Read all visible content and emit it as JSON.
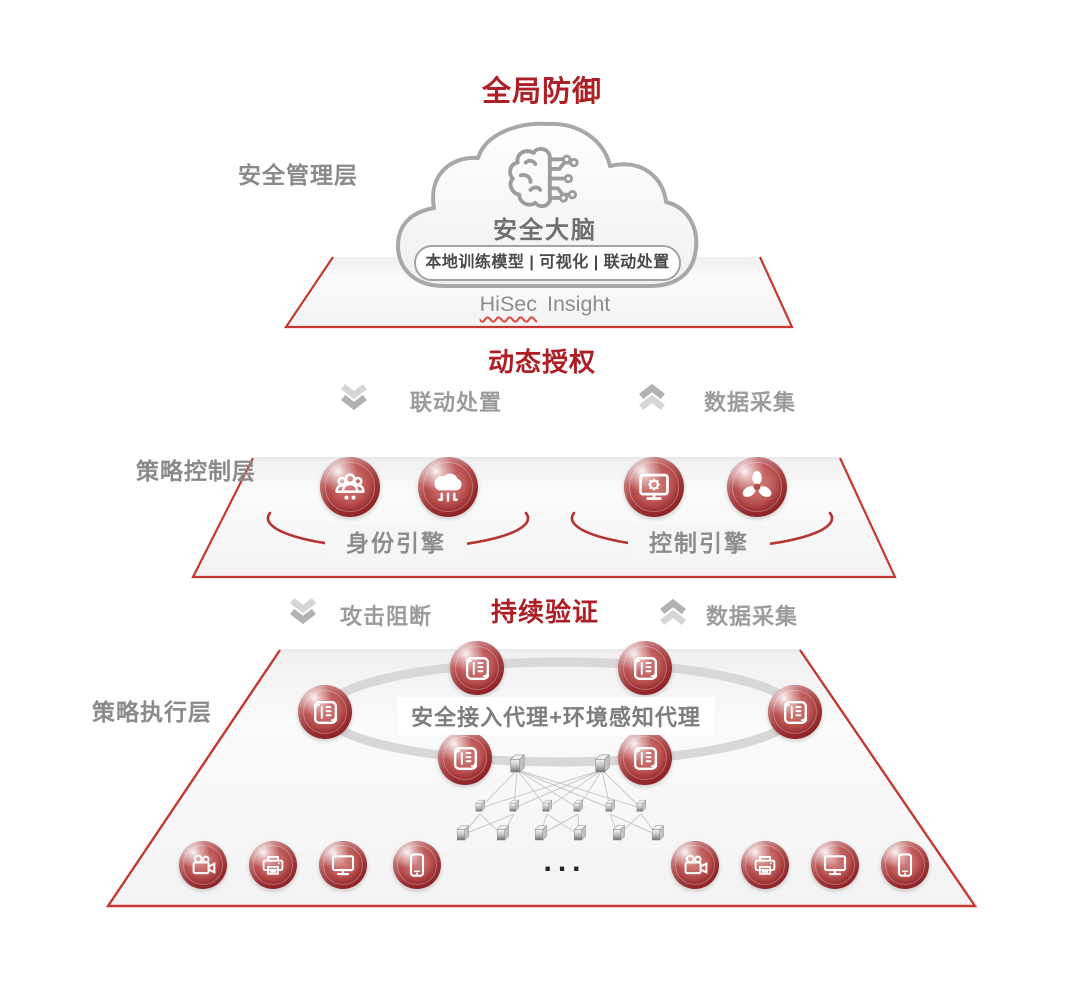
{
  "colors": {
    "accent_red": "#ad1f24",
    "trapezoid_border_red": "#c43a32",
    "sphere_red": "#a83538",
    "gray_text": "#8a8a8a"
  },
  "management_layer": {
    "top_title": "全局防御",
    "label": "安全管理层",
    "cloud": {
      "brain_icon": "ai-brain-icon",
      "title": "安全大脑",
      "features": "本地训练模型 | 可视化 | 联动处置",
      "product_first_word": "HiSec",
      "product_rest": "Insight"
    }
  },
  "authorization_row": {
    "title": "动态授权",
    "down_icon": "double-chevron-down-icon",
    "down_label": "联动处置",
    "up_icon": "double-chevron-up-icon",
    "up_label": "数据采集"
  },
  "control_layer": {
    "label": "策略控制层",
    "engines": [
      {
        "label": "身份引擎",
        "icons": [
          "user-group-icon",
          "cloud-network-icon"
        ]
      },
      {
        "label": "控制引擎",
        "icons": [
          "monitor-gear-icon",
          "fan-icon"
        ]
      }
    ]
  },
  "verification_row": {
    "down_icon": "double-chevron-down-icon",
    "down_label": "攻击阻断",
    "title": "持续验证",
    "up_icon": "double-chevron-up-icon",
    "up_label": "数据采集"
  },
  "execution_layer": {
    "label": "策略执行层",
    "agents_label": "安全接入代理+环境感知代理",
    "agent_icon": "policy-agent-icon",
    "ellipsis": "...",
    "device_icons": [
      "video-camera-icon",
      "printer-icon",
      "monitor-icon",
      "smartphone-icon",
      "video-camera-icon",
      "printer-icon",
      "monitor-icon",
      "smartphone-icon"
    ]
  }
}
